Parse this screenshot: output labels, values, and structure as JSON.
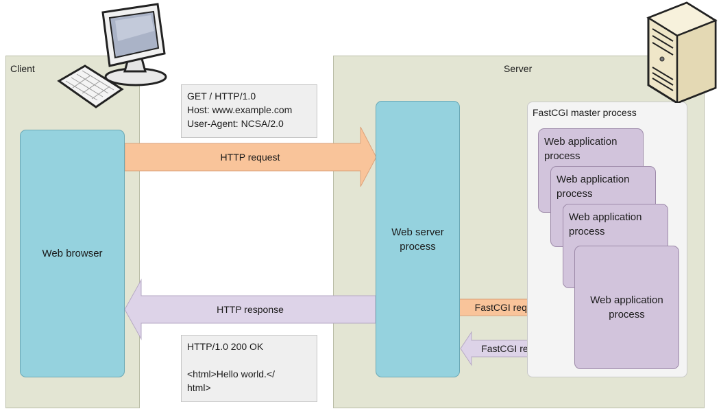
{
  "client": {
    "label": "Client",
    "browser_label": "Web browser"
  },
  "server": {
    "label": "Server",
    "web_server_label": "Web server process"
  },
  "request_note": {
    "text": "GET / HTTP/1.0\nHost: www.example.com\nUser-Agent: NCSA/2.0"
  },
  "response_note": {
    "text": "HTTP/1.0 200 OK\n\n<html>Hello world.</\nhtml>"
  },
  "arrows": {
    "http_request": "HTTP request",
    "http_response": "HTTP response",
    "fastcgi_request": "FastCGI request",
    "fastcgi_response": "FastCGI response"
  },
  "fastcgi": {
    "master_label": "FastCGI master process",
    "processes": [
      "Web application process",
      "Web application process",
      "Web application process",
      "Web application process"
    ]
  },
  "icons": {
    "client": "desktop-computer-icon",
    "server": "server-tower-icon"
  },
  "colors": {
    "zone": "#e3e5d3",
    "blue_process": "#95d2de",
    "purple_process": "#d2c4dc",
    "request_arrow": "#f9c49a",
    "response_arrow": "#ddd3e8",
    "note": "#efefef"
  }
}
